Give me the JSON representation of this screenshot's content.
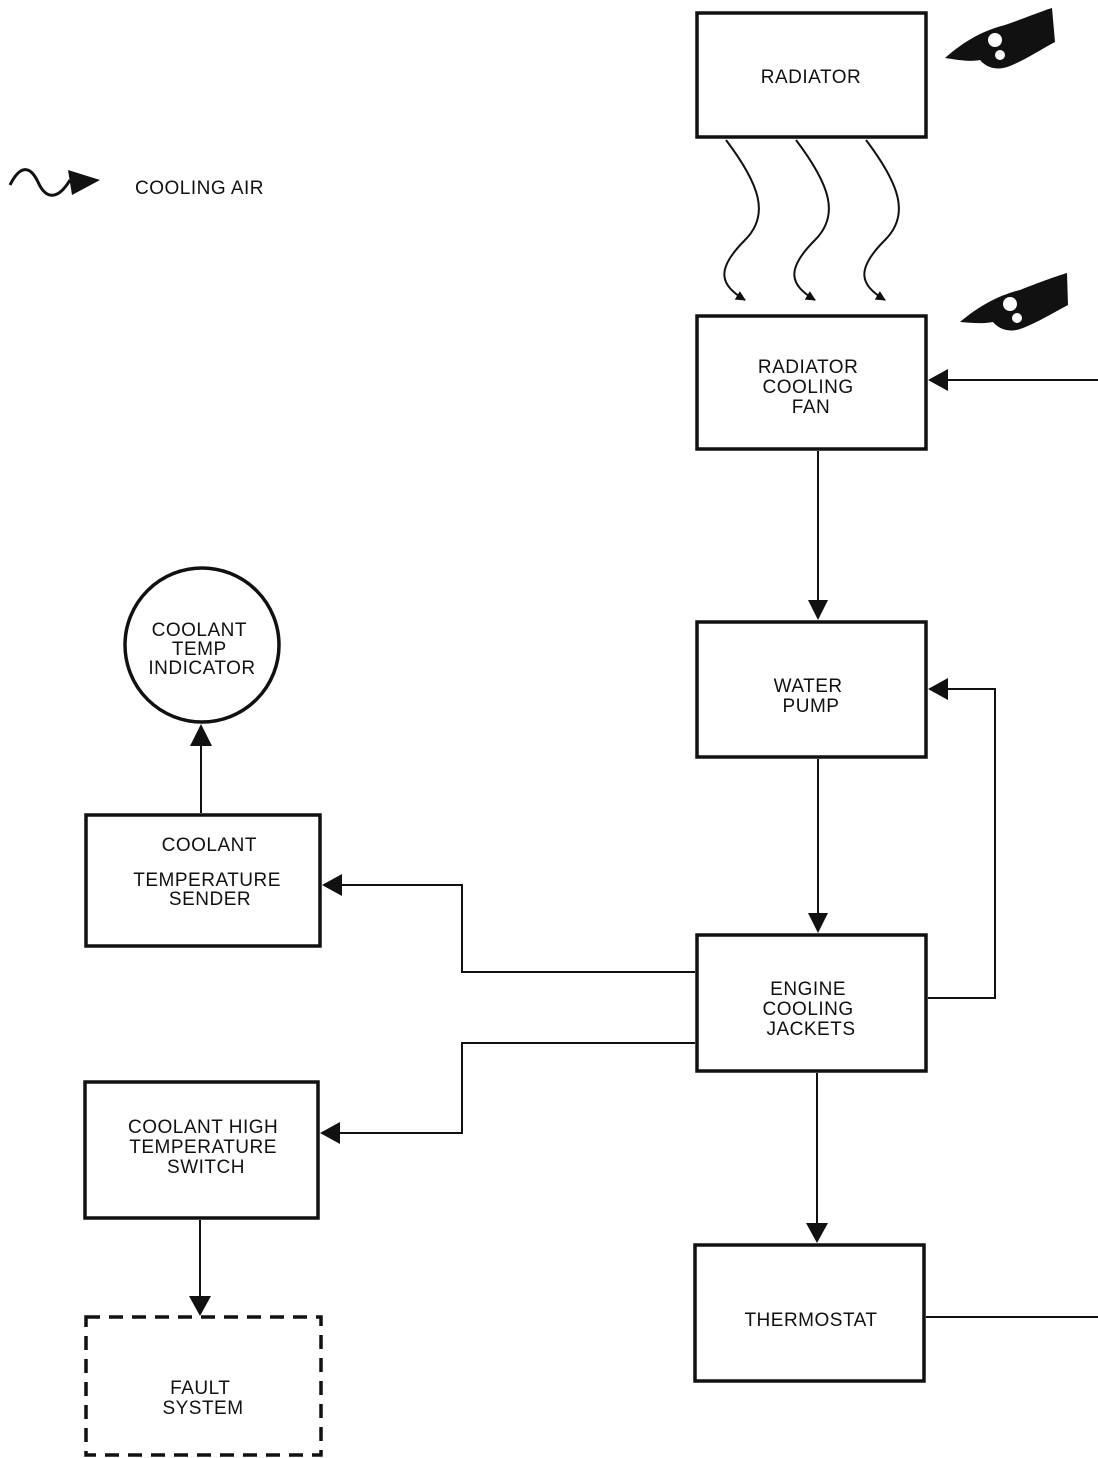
{
  "legend": {
    "icon": "wavy-arrow-icon",
    "label": "COOLING AIR"
  },
  "nodes": {
    "radiator": {
      "lines": [
        "RADIATOR"
      ]
    },
    "radiator_cooling_fan": {
      "lines": [
        "RADIATOR",
        "COOLING",
        "FAN"
      ]
    },
    "water_pump": {
      "lines": [
        "WATER",
        "PUMP"
      ]
    },
    "engine_cooling_jackets": {
      "lines": [
        "ENGINE",
        "COOLING",
        "JACKETS"
      ]
    },
    "thermostat": {
      "lines": [
        "THERMOSTAT"
      ]
    },
    "coolant_temp_indicator": {
      "lines": [
        "COOLANT",
        "TEMP",
        "INDICATOR"
      ]
    },
    "coolant_temperature_sender": {
      "lines": [
        "COOLANT",
        "TEMPERATURE",
        "SENDER"
      ]
    },
    "coolant_high_temperature_switch": {
      "lines": [
        "COOLANT HIGH",
        "TEMPERATURE",
        "SWITCH"
      ]
    },
    "fault_system": {
      "lines": [
        "FAULT",
        "SYSTEM"
      ]
    }
  },
  "warning_icons": [
    "pointing-hand-icon",
    "pointing-hand-icon"
  ],
  "colors": {
    "ink": "#111111",
    "background": "#ffffff"
  }
}
